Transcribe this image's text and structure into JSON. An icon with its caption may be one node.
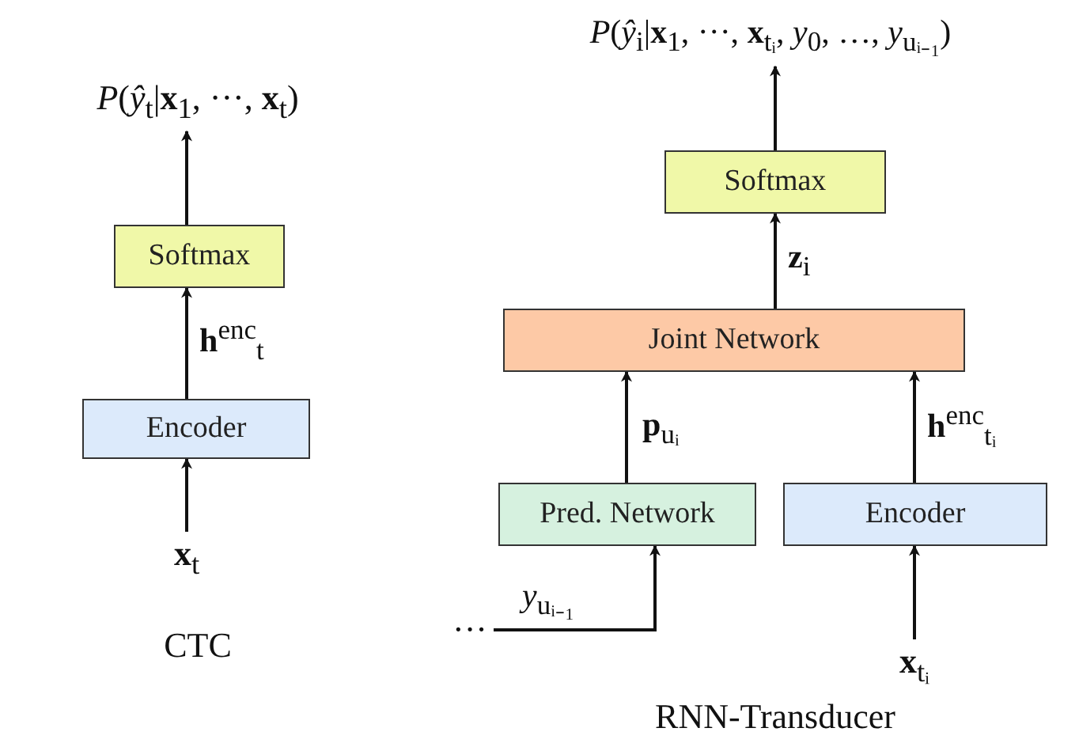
{
  "diagram": {
    "nodes": [
      {
        "text": [
          "*P*(*ŷ*$_{t}$|**x**$_{1}$, ···, **x**$_{t}$)"
        ]
      },
      {
        "text": [
          "Softmax"
        ]
      },
      {
        "text": [
          "Encoder"
        ]
      },
      {
        "text": [
          "**x**$_{t}$"
        ]
      },
      {
        "text": [
          "*P*(*ŷ*$_{i}$|**x**$_{1}$, ···, **x**$_{tᵢ}$, *y*$_{0}$, …, *y*$_{uᵢ₋₁}$)"
        ]
      },
      {
        "text": [
          "Softmax"
        ]
      },
      {
        "text": [
          "Joint Network"
        ]
      },
      {
        "text": [
          "Pred. Network"
        ]
      },
      {
        "text": [
          "Encoder"
        ]
      },
      {
        "text": [
          "···"
        ]
      },
      {
        "text": [
          "**x**$_{tᵢ}$"
        ]
      }
    ],
    "edges": [
      {
        "from": 3,
        "to": 2,
        "arrow": "to"
      },
      {
        "from": 2,
        "to": 1,
        "arrow": "to",
        "label": "**h**$^{enc}$$_{t}$"
      },
      {
        "from": 1,
        "to": 0,
        "arrow": "to"
      },
      {
        "from": 5,
        "to": 4,
        "arrow": "to"
      },
      {
        "from": 6,
        "to": 5,
        "arrow": "to",
        "label": "**z**$_{i}$"
      },
      {
        "from": 7,
        "to": 6,
        "arrow": "to",
        "label": "**p**$_{uᵢ}$"
      },
      {
        "from": 8,
        "to": 6,
        "arrow": "to",
        "label": "**h**$^{enc}$$_{tᵢ}$"
      },
      {
        "from": 9,
        "to": 7,
        "arrow": "to",
        "label": "*y*$_{uᵢ₋₁}$"
      },
      {
        "from": 10,
        "to": 8,
        "arrow": "to"
      }
    ],
    "labels": [
      "CTC",
      "RNN-Transducer"
    ]
  }
}
